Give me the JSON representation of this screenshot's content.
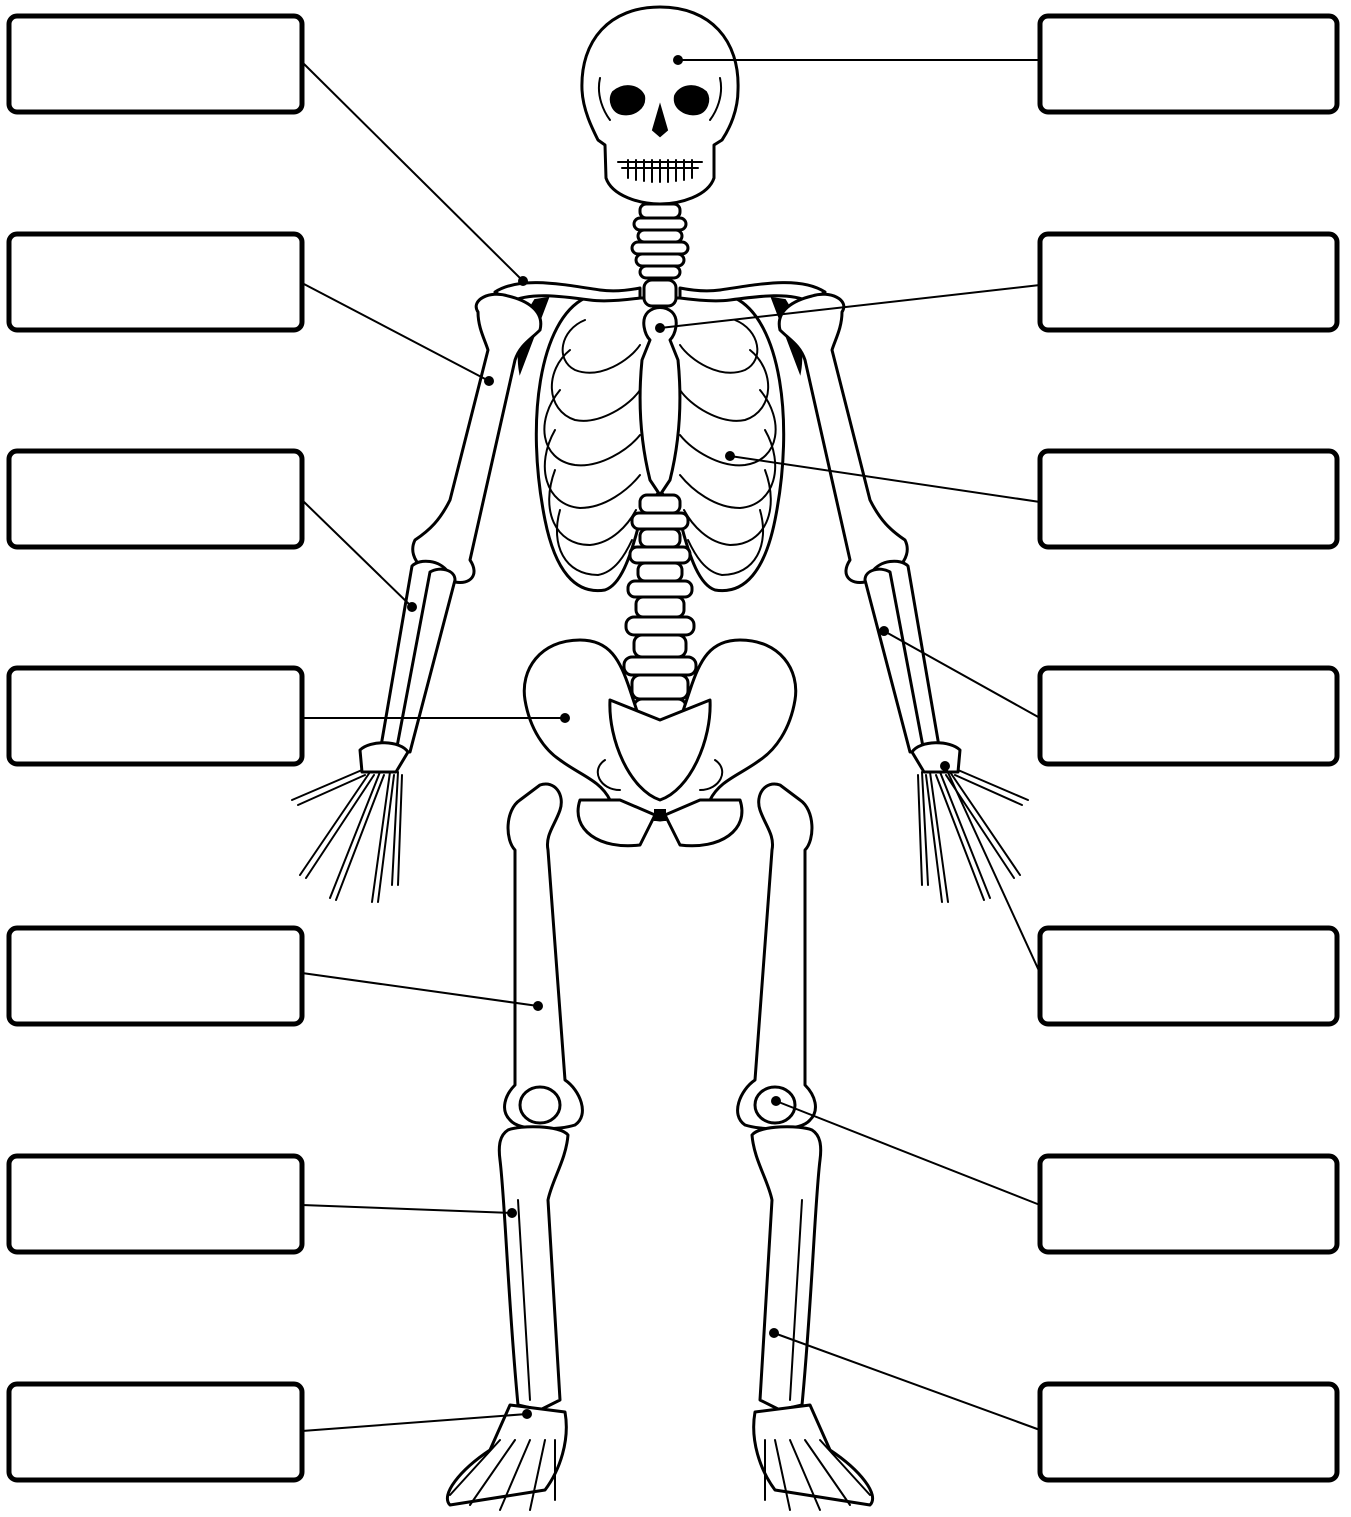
{
  "worksheet": {
    "colors": {
      "line": "#000000",
      "background": "#ffffff"
    },
    "labels": [
      {
        "id": "left-1",
        "side": "left",
        "text": ""
      },
      {
        "id": "left-2",
        "side": "left",
        "text": ""
      },
      {
        "id": "left-3",
        "side": "left",
        "text": ""
      },
      {
        "id": "left-4",
        "side": "left",
        "text": ""
      },
      {
        "id": "left-5",
        "side": "left",
        "text": ""
      },
      {
        "id": "left-6",
        "side": "left",
        "text": ""
      },
      {
        "id": "left-7",
        "side": "left",
        "text": ""
      },
      {
        "id": "right-1",
        "side": "right",
        "text": ""
      },
      {
        "id": "right-2",
        "side": "right",
        "text": ""
      },
      {
        "id": "right-3",
        "side": "right",
        "text": ""
      },
      {
        "id": "right-4",
        "side": "right",
        "text": ""
      },
      {
        "id": "right-5",
        "side": "right",
        "text": ""
      },
      {
        "id": "right-6",
        "side": "right",
        "text": ""
      },
      {
        "id": "right-7",
        "side": "right",
        "text": ""
      }
    ]
  }
}
